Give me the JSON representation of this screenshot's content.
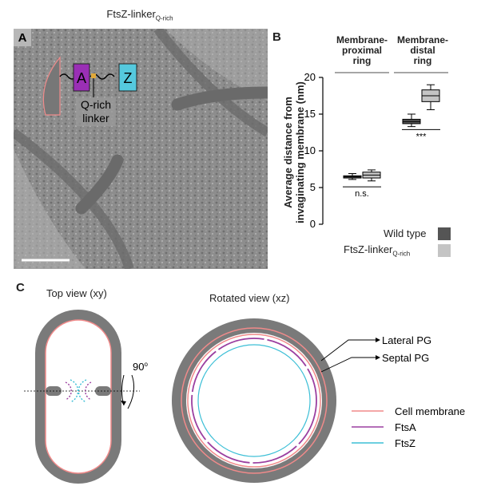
{
  "figure": {
    "title_main": "FtsZ-linker",
    "title_sub": "Q-rich"
  },
  "panel_a": {
    "letter": "A",
    "box_a": "A",
    "box_z": "Z",
    "linker_line1": "Q-rich",
    "linker_line2": "linker"
  },
  "panel_b": {
    "letter": "B",
    "group_headers": [
      {
        "line1": "Membrane-",
        "line2": "proximal",
        "line3": "ring"
      },
      {
        "line1": "Membrane-",
        "line2": "distal",
        "line3": "ring"
      }
    ],
    "ylabel_line1": "Average distance from",
    "ylabel_line2": "invaginating membrane (nm)",
    "yticks": [
      "0",
      "5",
      "10",
      "15",
      "20"
    ],
    "sig_left": "n.s.",
    "sig_right": "***",
    "legend": [
      {
        "label": "Wild type",
        "sub": "",
        "color": "#555555"
      },
      {
        "label": "FtsZ-linker",
        "sub": "Q-rich",
        "color": "#c4c4c4"
      }
    ]
  },
  "chart_data": {
    "type": "box",
    "ylabel": "Average distance from invaginating membrane (nm)",
    "ylim": [
      0,
      20
    ],
    "yticks": [
      0,
      5,
      10,
      15,
      20
    ],
    "categories": [
      "Membrane-proximal ring",
      "Membrane-distal ring"
    ],
    "series": [
      {
        "name": "Wild type",
        "color": "#555555",
        "boxes": [
          {
            "min": 6.1,
            "q1": 6.3,
            "median": 6.45,
            "q3": 6.6,
            "max": 6.9
          },
          {
            "min": 13.3,
            "q1": 13.7,
            "median": 14.0,
            "q3": 14.3,
            "max": 15.0
          }
        ]
      },
      {
        "name": "FtsZ-linker Q-rich",
        "color": "#c4c4c4",
        "boxes": [
          {
            "min": 5.9,
            "q1": 6.3,
            "median": 6.7,
            "q3": 7.1,
            "max": 7.4
          },
          {
            "min": 15.6,
            "q1": 16.7,
            "median": 17.5,
            "q3": 18.3,
            "max": 19.0
          }
        ]
      }
    ],
    "annotations": [
      "n.s.",
      "***"
    ]
  },
  "panel_c": {
    "letter": "C",
    "top_view": "Top view (xy)",
    "rotated_view": "Rotated view (xz)",
    "angle": "90",
    "angle_sup": "o",
    "lateral_pg": "Lateral PG",
    "septal_pg": "Septal PG",
    "legend": [
      {
        "label": "Cell membrane",
        "color": "#f07c80"
      },
      {
        "label": "FtsA",
        "color": "#9b3fa0"
      },
      {
        "label": "FtsZ",
        "color": "#3cbfd6"
      }
    ]
  }
}
